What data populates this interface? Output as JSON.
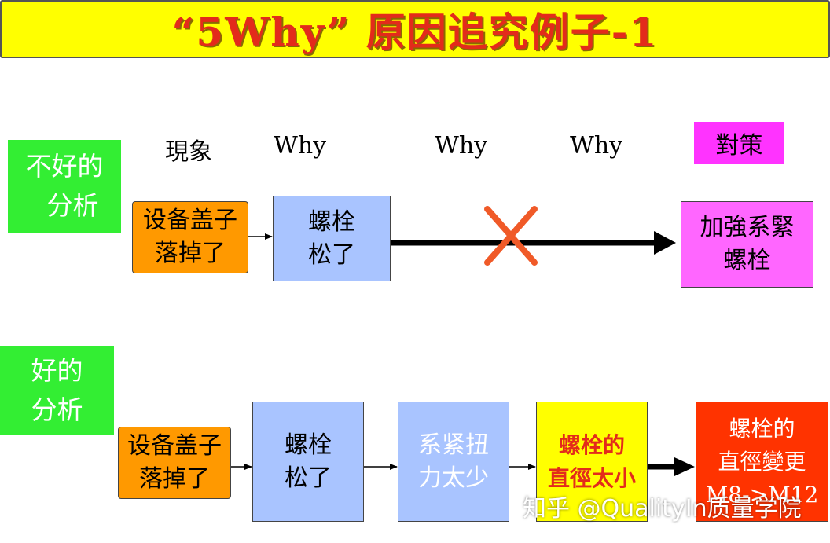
{
  "title": "“5Why” 原因追究例子-1",
  "headers": {
    "phenomenon": "現象",
    "why1": "Why",
    "why2": "Why",
    "why3": "Why",
    "countermeasure": "對策"
  },
  "bad_analysis": {
    "label": "不好的\n  分析",
    "phenomenon": "设备盖子\n落掉了",
    "cause": "螺栓\n松了",
    "countermeasure": "加強系緊\n螺栓"
  },
  "good_analysis": {
    "label": "好的\n分析",
    "phenomenon": "设备盖子\n落掉了",
    "why1": "螺栓\n松了",
    "why2": "系紧扭\n力太少",
    "why3": "螺栓的\n直徑太小",
    "countermeasure": "螺栓的\n直徑變更\nM8->M12"
  },
  "watermark": "知乎 @QualityIn质量学院",
  "colors": {
    "title_bg": "#ffff00",
    "title_text": "#e32b1b",
    "label_green": "#33ee33",
    "box_orange": "#ff9900",
    "box_blue": "#a9c4ff",
    "box_magenta": "#ff66ff",
    "box_yellow": "#ffff00",
    "box_red": "#ff3300",
    "cross_mark": "#f05a28"
  },
  "icons": {
    "rejected_link": "x-cross-mark"
  }
}
